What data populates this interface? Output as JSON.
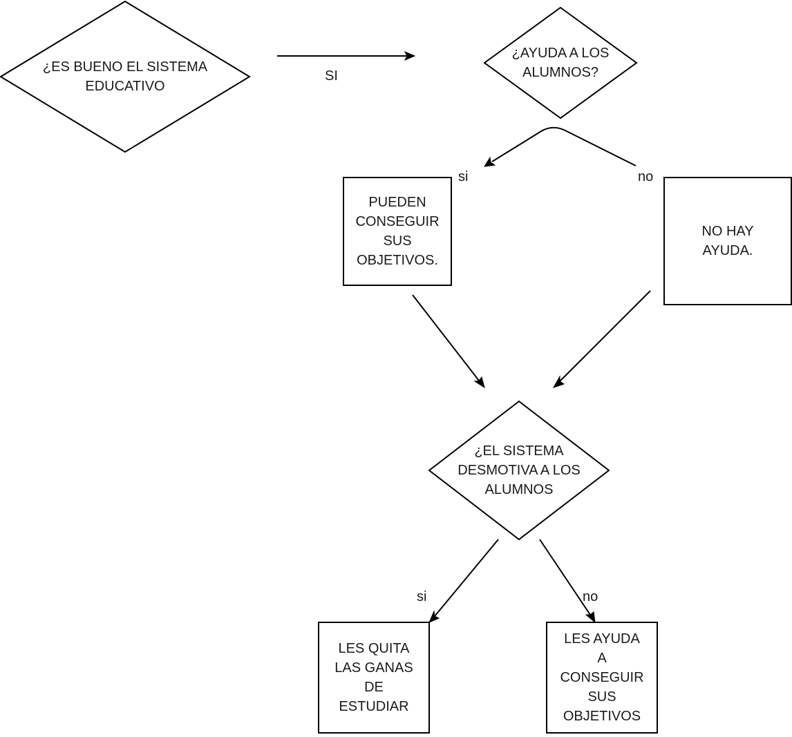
{
  "nodes": {
    "d1": "¿ES BUENO EL SISTEMA\nEDUCATIVO",
    "d2": "¿AYUDA A LOS\nALUMNOS?",
    "b1": "PUEDEN\nCONSEGUIR\nSUS\nOBJETIVOS.",
    "b2": "NO HAY\nAYUDA.",
    "d3": "¿EL SISTEMA\nDESMOTIVA A LOS\nALUMNOS",
    "b3": "LES QUITA\nLAS GANAS\nDE\nESTUDIAR",
    "b4": "LES AYUDA\nA\nCONSEGUIR\nSUS\nOBJETIVOS"
  },
  "edge_labels": {
    "e1": "SI",
    "e2_si": "si",
    "e2_no": "no",
    "e3_si": "si",
    "e3_no": "no"
  }
}
